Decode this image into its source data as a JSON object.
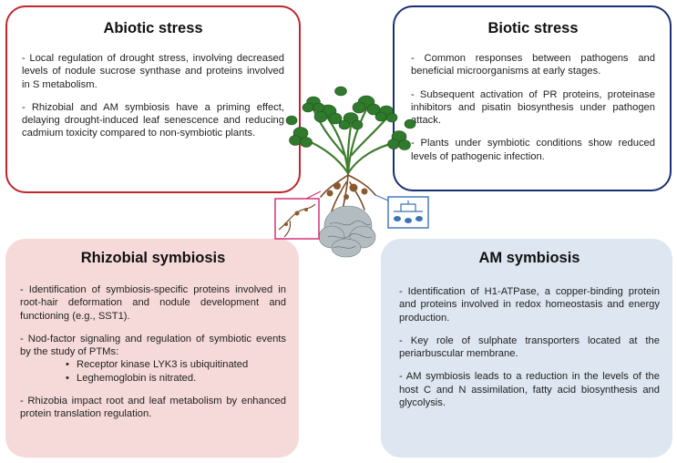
{
  "abiotic": {
    "title": "Abiotic stress",
    "items": [
      "- Local regulation of drought stress, involving decreased levels of nodule sucrose synthase and proteins involved in S metabolism.",
      "- Rhizobial and AM symbiosis have a priming effect, delaying drought-induced leaf senescence and reducing cadmium toxicity compared to non-symbiotic plants."
    ]
  },
  "biotic": {
    "title": "Biotic stress",
    "items": [
      "- Common responses between pathogens and beneficial microorganisms at early stages.",
      "- Subsequent activation of PR proteins, proteinase inhibitors and pisatin biosynthesis under pathogen attack.",
      "- Plants under symbiotic conditions show reduced levels of pathogenic infection."
    ]
  },
  "rhizobial": {
    "title": "Rhizobial symbiosis",
    "item1": "- Identification of symbiosis-specific proteins involved in root-hair deformation and nodule development and functioning (e.g., SST1).",
    "item2_intro": "- Nod-factor signaling and regulation of symbiotic events by the study of PTMs:",
    "bullets": [
      "Receptor kinase LYK3 is ubiquitinated",
      "Leghemoglobin is nitrated."
    ],
    "item3": "- Rhizobia impact root and leaf metabolism by enhanced protein translation regulation."
  },
  "am": {
    "title": "AM symbiosis",
    "items": [
      "- Identification of H1-ATPase, a copper-binding protein and proteins involved in redox homeostasis and energy production.",
      "- Key role of sulphate transporters located at the periarbuscular membrane.",
      "- AM symbiosis leads to a reduction in the levels of the host C and N assimilation, fatty acid biosynthesis and glycolysis."
    ]
  },
  "colors": {
    "abiotic_border": "#c0262c",
    "biotic_border": "#1a2f73",
    "rhizobial_fill": "#f6dad9",
    "am_fill": "#dde6f1",
    "leaf_green": "#2f7a2c",
    "root_brown": "#7a4a24",
    "fungus_gray": "#9aa3a8",
    "inset_pink": "#d1246e",
    "inset_blue": "#3d72b8"
  }
}
